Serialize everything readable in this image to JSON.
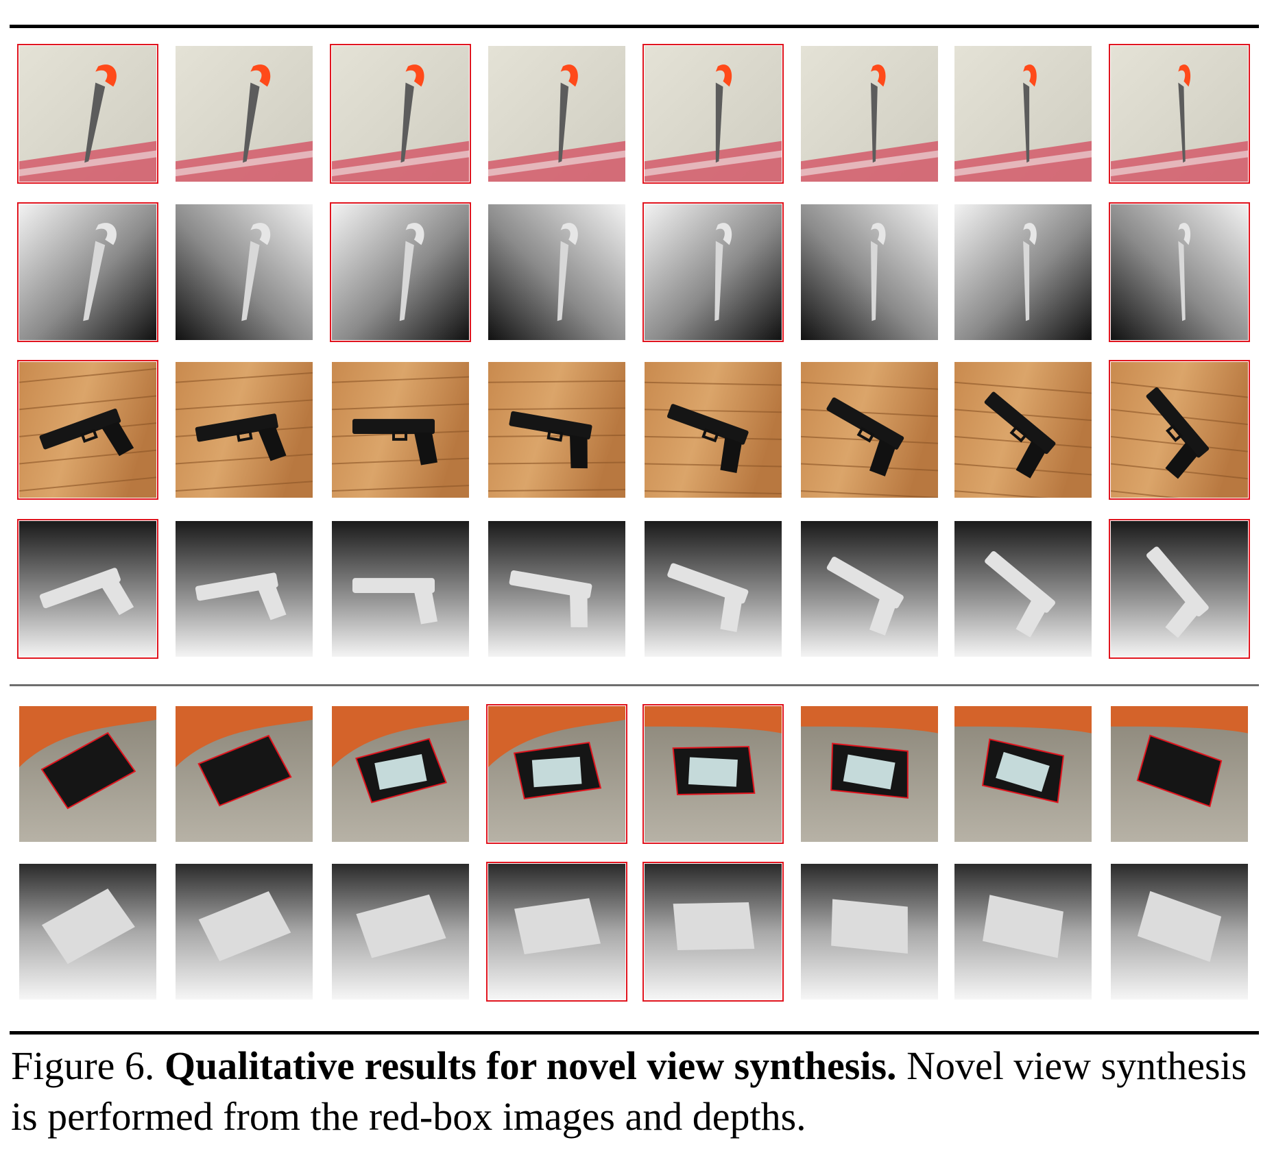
{
  "figure": {
    "label": "Figure 6.",
    "title": "Qualitative results for novel view synthesis.",
    "description": "Novel view synthesis is performed from the red-box images and depths."
  },
  "section_a": {
    "rows": [
      {
        "kind": "rgb",
        "object": "saw",
        "highlighted": [
          0,
          2,
          4,
          7
        ]
      },
      {
        "kind": "depth",
        "object": "saw",
        "highlighted": [
          0,
          2,
          4,
          7
        ]
      },
      {
        "kind": "rgb",
        "object": "gun",
        "highlighted": [
          0,
          7
        ]
      },
      {
        "kind": "depth",
        "object": "gun",
        "highlighted": [
          0,
          7
        ]
      }
    ]
  },
  "section_b": {
    "rows": [
      {
        "kind": "rgb",
        "object": "tv",
        "highlighted": [
          3,
          4
        ]
      },
      {
        "kind": "depth",
        "object": "tv",
        "highlighted": [
          3,
          4
        ]
      }
    ]
  },
  "colors": {
    "highlight_box": "#e0141e",
    "rule": "#000000",
    "divider": "#6e6e6e"
  }
}
